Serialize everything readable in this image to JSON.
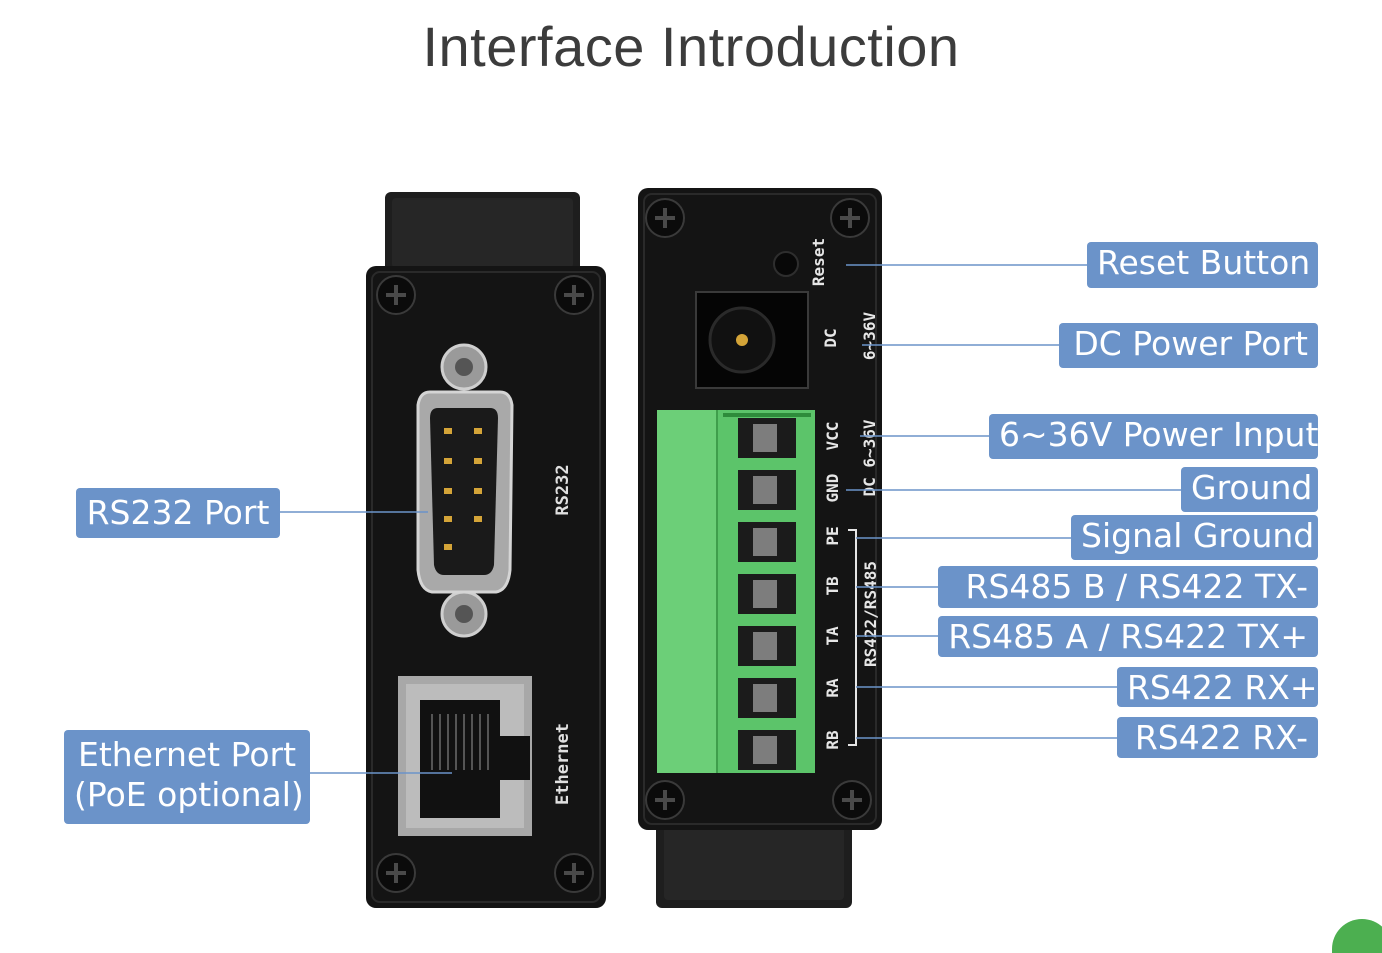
{
  "title": "Interface Introduction",
  "device_labels": {
    "rs232": "RS232",
    "ethernet": "Ethernet",
    "reset": "Reset",
    "dc": "DC",
    "dc_range": "6~36V",
    "dc_range_lower": "DC 6~36V",
    "bus_label": "RS422/RS485",
    "pins": [
      "VCC",
      "GND",
      "PE",
      "TB",
      "TA",
      "RA",
      "RB"
    ]
  },
  "callouts": {
    "reset_button": "Reset Button",
    "dc_power_port": "DC Power Port",
    "power_input": "6~36V Power Input",
    "ground": "Ground",
    "signal_ground": "Signal Ground",
    "rs485_b": "RS485 B / RS422 TX-",
    "rs485_a": "RS485 A / RS422 TX+",
    "rs422_rx_plus": "RS422 RX+",
    "rs422_rx_minus": "RS422 RX-",
    "rs232_port": "RS232 Port",
    "ethernet_port_line1": "Ethernet Port",
    "ethernet_port_line2": "(PoE optional)"
  },
  "colors": {
    "callout_bg": "#6b93c9",
    "leader_line": "#6b93c9",
    "device_body": "#141414",
    "terminal_green": "#5cc46a",
    "title_text": "#3c3c3c"
  }
}
